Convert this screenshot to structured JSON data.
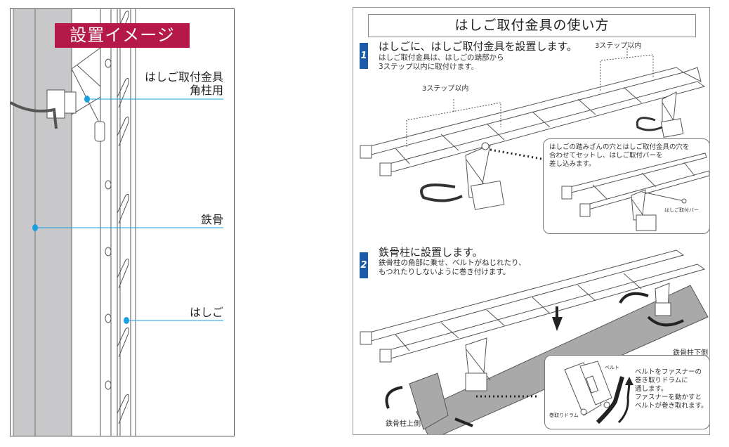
{
  "left": {
    "banner": "設置イメージ",
    "callouts": {
      "bracket_line1": "はしご取付金具",
      "bracket_line2": "角柱用",
      "steel": "鉄骨",
      "ladder": "はしご"
    },
    "colors": {
      "banner": "#b5194a",
      "leader": "#1aa0e0",
      "steel": "#c8c8ca"
    }
  },
  "right": {
    "title": "はしご取付金具の使い方",
    "steps": [
      {
        "number": "1",
        "heading": "はしごに、はしご取付金具を設置します。",
        "desc_line1": "はしご取付金具は、はしごの端部から",
        "desc_line2": "3ステップ以内に取付けます。"
      },
      {
        "number": "2",
        "heading": "鉄骨柱に設置します。",
        "desc_line1": "鉄骨柱の角部に乗せ、ベルトがねじれたり、",
        "desc_line2": "もつれたりしないように巻き付けます。"
      }
    ],
    "labels": {
      "step_range_left": "3ステップ以内",
      "step_range_right": "3ステップ以内",
      "bar_label": "はしご取付バー",
      "column_lower": "鉄骨柱下側",
      "column_upper": "鉄骨柱上側",
      "belt": "ベルト",
      "drum": "巻取りドラム"
    },
    "note1": {
      "line1": "はしごの踏みざんの穴とはしご取付金具の穴を",
      "line2": "合わせてセットし、はしご取付バーを",
      "line3": "差し込みます。"
    },
    "note2": {
      "line1": "ベルトをファスナーの",
      "line2": "巻き取りドラムに",
      "line3": "通します。",
      "line4": "ファスナーを動かすと",
      "line5": "ベルトが巻き取れます。"
    },
    "colors": {
      "badge": "#1a5aa6",
      "column": "#a9a9a9"
    }
  }
}
